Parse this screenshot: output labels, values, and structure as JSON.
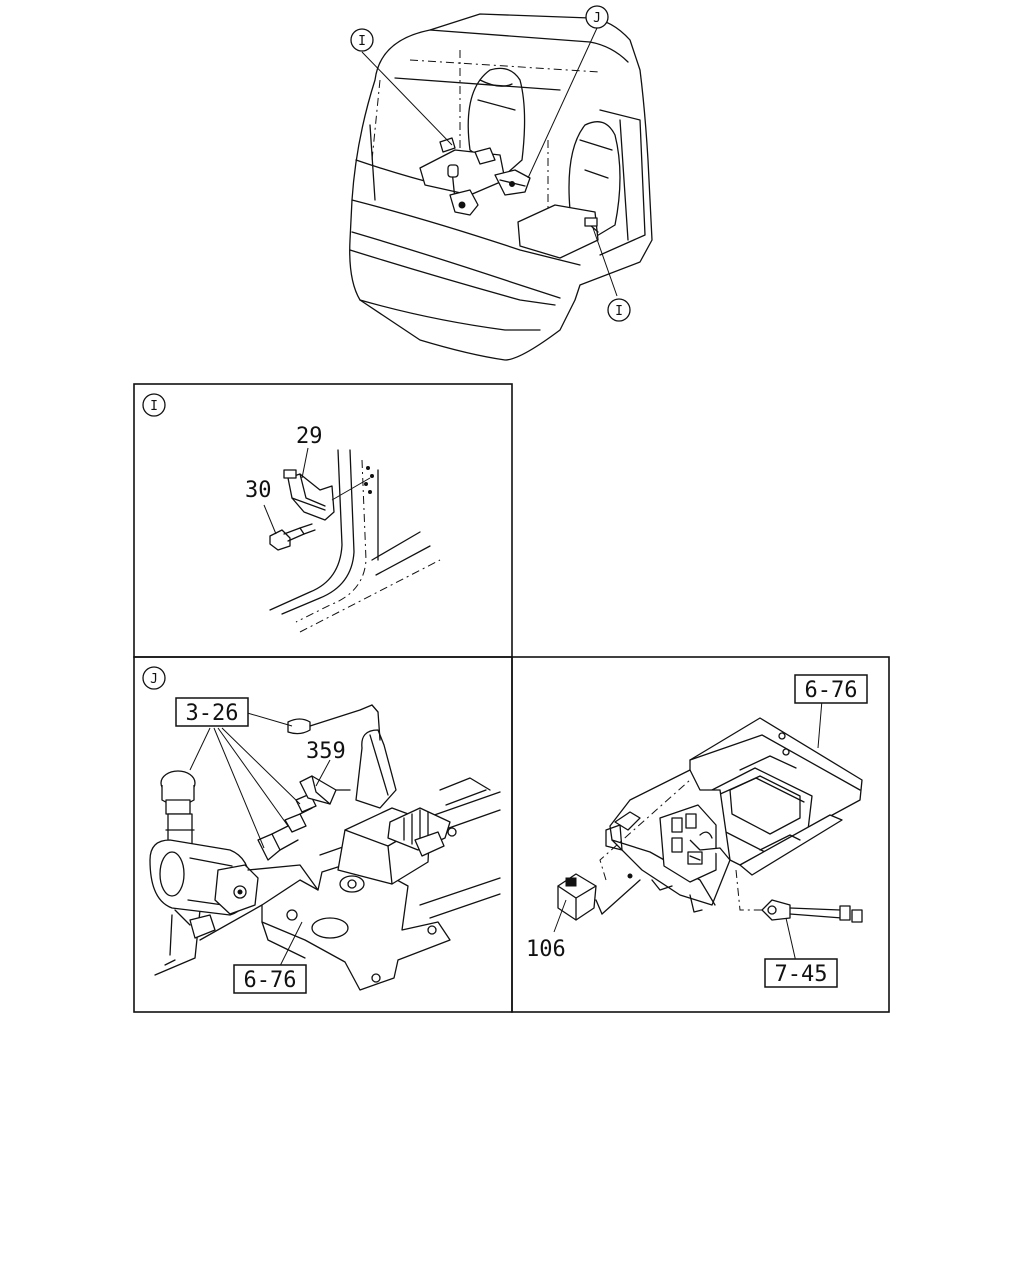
{
  "callouts": {
    "i": "I",
    "j": "J"
  },
  "parts": {
    "p29": "29",
    "p30": "30",
    "p359": "359",
    "p106": "106"
  },
  "references": {
    "r326": "3-26",
    "r676_panel_j": "6-76",
    "r676_console": "6-76",
    "r745": "7-45"
  },
  "colors": {
    "line": "#111111",
    "background": "#ffffff"
  }
}
